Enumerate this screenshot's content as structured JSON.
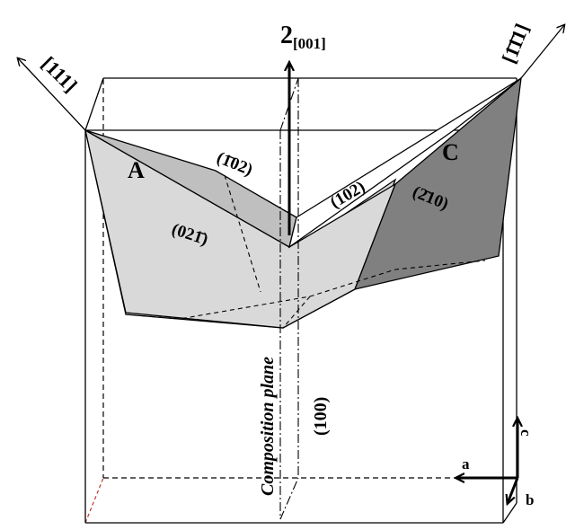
{
  "labels": {
    "dir_111": "[111]",
    "twofold_main": "2",
    "twofold_sub": "[001]",
    "dir_bar1bar11": "[1̄1̄1]",
    "crystal_a": "A",
    "crystal_c": "C",
    "face_bar102": "(1̄02)",
    "face_102": "(102)",
    "face_bar210": "(2̄10)",
    "face_02bar1": "(021̄)",
    "composition_plane": "Composition plane",
    "plane_100": "(100)",
    "axis_a": "a",
    "axis_b": "b",
    "axis_c": "c"
  },
  "colors": {
    "face_light": "#d9d9d9",
    "face_mid": "#bfbfbf",
    "face_dark": "#808080",
    "corner_dash": "#c0392b"
  }
}
